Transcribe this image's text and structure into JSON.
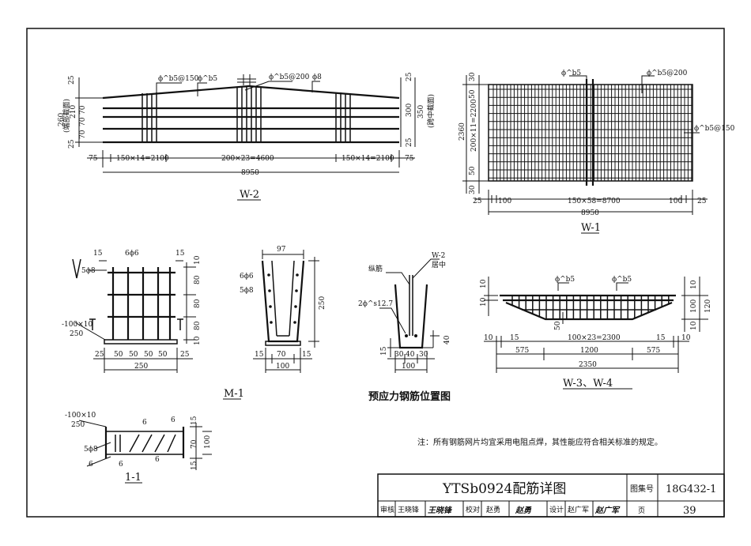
{
  "drawings": {
    "w2": {
      "label": "W-2",
      "callouts": [
        "ϕ^b5@150",
        "ϕ^b5",
        "ϕ^b5@200",
        "ϕ8"
      ],
      "left_dims": [
        "25",
        "260",
        "(端部截面)",
        "210",
        "70",
        "70",
        "70",
        "25"
      ],
      "right_dims": [
        "25",
        "350",
        "300",
        "(跨中截面)",
        "25"
      ],
      "bottom": [
        "75",
        "150×14=2100",
        "200×23=4600",
        "150×14=2100",
        "75"
      ],
      "total": "8950"
    },
    "w1": {
      "label": "W-1",
      "callouts": [
        "ϕ^b5",
        "ϕ^b5@200",
        "ϕ^b5@150"
      ],
      "left_dims": [
        "30",
        "50",
        "2360",
        "200×11=2200",
        "50",
        "30"
      ],
      "bottom": [
        "25",
        "100",
        "150×58=8700",
        "100",
        "25"
      ],
      "total": "8950"
    },
    "m1": {
      "label": "M-1",
      "top": [
        "15",
        "6ϕ6",
        "15",
        "10"
      ],
      "left": [
        "5ϕ8",
        "-100×10",
        "250"
      ],
      "right": [
        "80",
        "80",
        "80",
        "10"
      ],
      "bottom": [
        "25",
        "50",
        "50",
        "50",
        "50",
        "25"
      ],
      "total": "250"
    },
    "section": {
      "top": "97",
      "labels": [
        "6ϕ6",
        "5ϕ8"
      ],
      "height": "250",
      "bottom": [
        "15",
        "70",
        "15"
      ],
      "total": "100"
    },
    "prestress": {
      "title": "预应力钢筋位置图",
      "labels": [
        "纵筋",
        "W-2",
        "居中",
        "2ϕ^s12.7",
        "15",
        "40"
      ],
      "bottom": [
        "30",
        "40",
        "30"
      ],
      "total": "100"
    },
    "w34": {
      "label": "W-3、W-4",
      "callouts": [
        "ϕ^b5",
        "ϕ^b5",
        "50"
      ],
      "left": [
        "10",
        "10"
      ],
      "right": [
        "10",
        "100",
        "120",
        "10"
      ],
      "row1": [
        "10",
        "15",
        "100×23=2300",
        "15",
        "10"
      ],
      "row2": [
        "575",
        "1200",
        "575"
      ],
      "total": "2350"
    },
    "s11": {
      "label": "1-1",
      "labels": [
        "-100×10",
        "250",
        "6",
        "6",
        "5ϕ8",
        "6",
        "6",
        "6"
      ],
      "right": [
        "15",
        "70",
        "100",
        "15"
      ]
    }
  },
  "note": "注：所有钢筋网片均宜采用电阻点焊，其性能应符合相关标准的规定。",
  "title_block": {
    "title": "YTSb0924配筋详图",
    "atlas_label": "图集号",
    "atlas_no": "18G432-1",
    "review_label": "审核",
    "review_name": "王晓锋",
    "review_sig": "王晓锋",
    "check_label": "校对",
    "check_name": "赵勇",
    "check_sig": "赵勇",
    "design_label": "设计",
    "design_name": "赵广军",
    "design_sig": "赵广军",
    "page_label": "页",
    "page_no": "39"
  }
}
